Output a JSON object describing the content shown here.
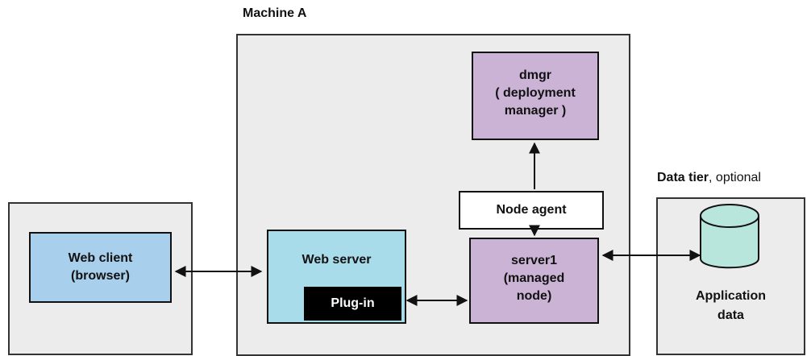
{
  "machine_a": {
    "title": "Machine A"
  },
  "data_tier": {
    "title_bold": "Data tier",
    "title_rest": ", optional"
  },
  "web_client": {
    "line1": "Web client",
    "line2": "(browser)"
  },
  "web_server": {
    "label": "Web server",
    "plugin": "Plug-in"
  },
  "dmgr": {
    "line1": "dmgr",
    "line2": "( deployment",
    "line3": "manager )"
  },
  "node_agent": {
    "label": "Node agent"
  },
  "server1": {
    "line1": "server1",
    "line2": "(managed",
    "line3": "node)"
  },
  "application_data": {
    "line1": "Application",
    "line2": "data"
  },
  "colors": {
    "panel": "#ececec",
    "client_box": "#a8d0ec",
    "web_server_box": "#a9dcea",
    "managed_box": "#cab3d4",
    "database": "#b8e6dd"
  },
  "icons": {
    "database": "database-cylinder-icon"
  }
}
